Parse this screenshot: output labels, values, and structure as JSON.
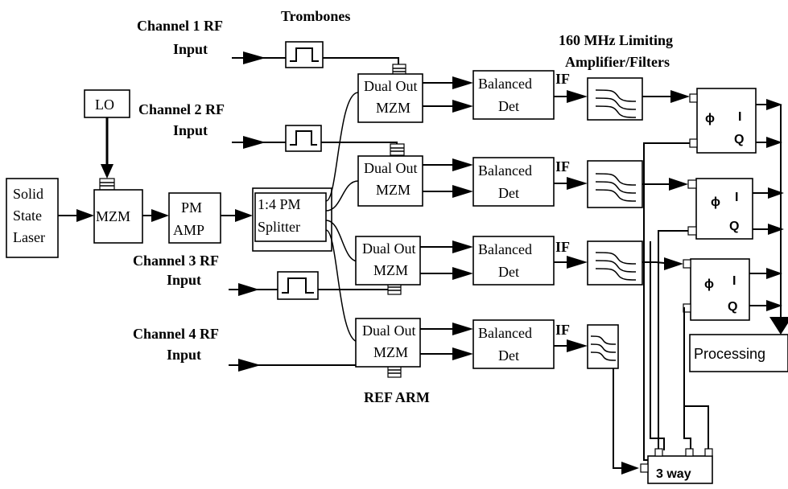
{
  "inputs": {
    "ch1_line1": "Channel 1 RF",
    "ch1_line2": "Input",
    "ch2_line1": "Channel 2 RF",
    "ch2_line2": "Input",
    "ch3_line1": "Channel 3 RF",
    "ch3_line2": "Input",
    "ch4_line1": "Channel 4 RF",
    "ch4_line2": "Input"
  },
  "labels": {
    "trombones": "Trombones",
    "filters_line1": "160 MHz Limiting",
    "filters_line2": "Amplifier/Filters",
    "ref_arm": "REF ARM",
    "if": "IF"
  },
  "blocks": {
    "lo": "LO",
    "laser_line1": "Solid",
    "laser_line2": "State",
    "laser_line3": "Laser",
    "mzm": "MZM",
    "pm_amp_line1": "PM",
    "pm_amp_line2": "AMP",
    "splitter_line1": "1:4  PM",
    "splitter_line2": "Splitter",
    "dual_out_line1": "Dual Out",
    "dual_out_line2": "MZM",
    "det_line1": "Balanced",
    "det_line2": "Det",
    "phase": "ϕ",
    "i": "I",
    "q": "Q",
    "processing": "Processing",
    "three_way": "3  way"
  }
}
